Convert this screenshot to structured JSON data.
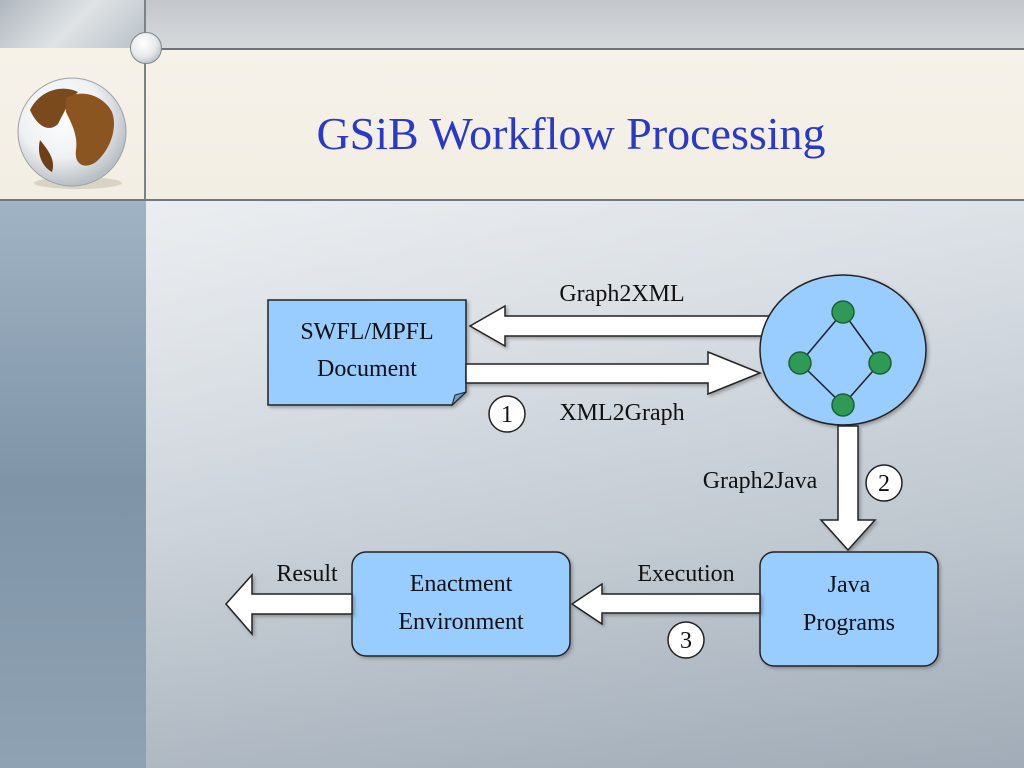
{
  "title": "GSiB Workflow Processing",
  "nodes": {
    "document": {
      "line1": "SWFL/MPFL",
      "line2": "Document"
    },
    "enactment": {
      "line1": "Enactment",
      "line2": "Environment"
    },
    "java": {
      "line1": "Java",
      "line2": "Programs"
    }
  },
  "edges": {
    "graph2xml": "Graph2XML",
    "xml2graph": "XML2Graph",
    "graph2java": "Graph2Java",
    "execution": "Execution",
    "result": "Result"
  },
  "steps": {
    "one": "1",
    "two": "2",
    "three": "3"
  },
  "colors": {
    "title": "#2b39c8",
    "box_fill": "#99ccff",
    "graph_node": "#2e9a55"
  }
}
